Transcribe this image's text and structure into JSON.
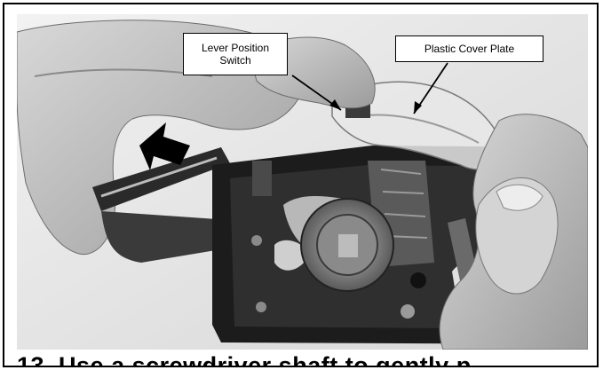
{
  "figure": {
    "callout_lever": "Lever Position\nSwitch",
    "callout_cover": "Plastic Cover Plate",
    "caption_partial": "13. Use a screwdriver shaft to gently p"
  },
  "colors": {
    "border": "#000000",
    "photo_background": "#eaeaea",
    "arrow": "#000000"
  }
}
